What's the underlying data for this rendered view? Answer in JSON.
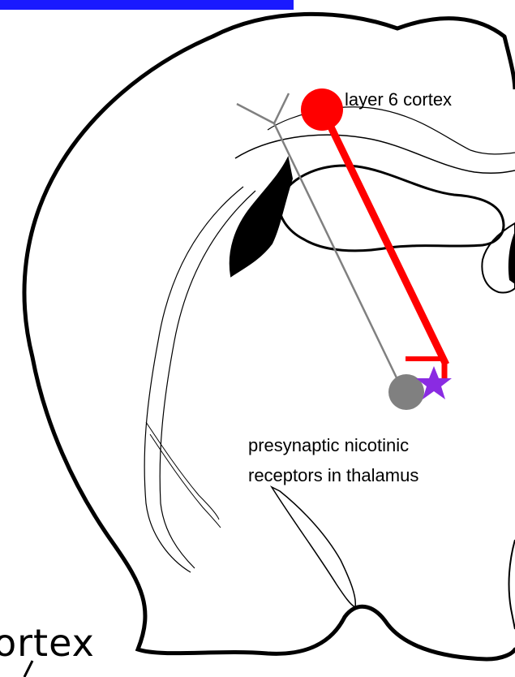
{
  "colors": {
    "banner": "#1a1aff",
    "outline": "#000000",
    "ventricle": "#000000",
    "cortical_axon": "#ff0000",
    "cortical_soma": "#ff0000",
    "thalamic_neuron": "#808080",
    "nicotinic_receptor": "#8a2be2"
  },
  "labels": {
    "layer6": "layer 6 cortex",
    "presynaptic_line1": "presynaptic nicotinic",
    "presynaptic_line2": "receptors in thalamus",
    "cortex_partial": "ortex"
  },
  "icons": {
    "receptor": "star-icon"
  }
}
